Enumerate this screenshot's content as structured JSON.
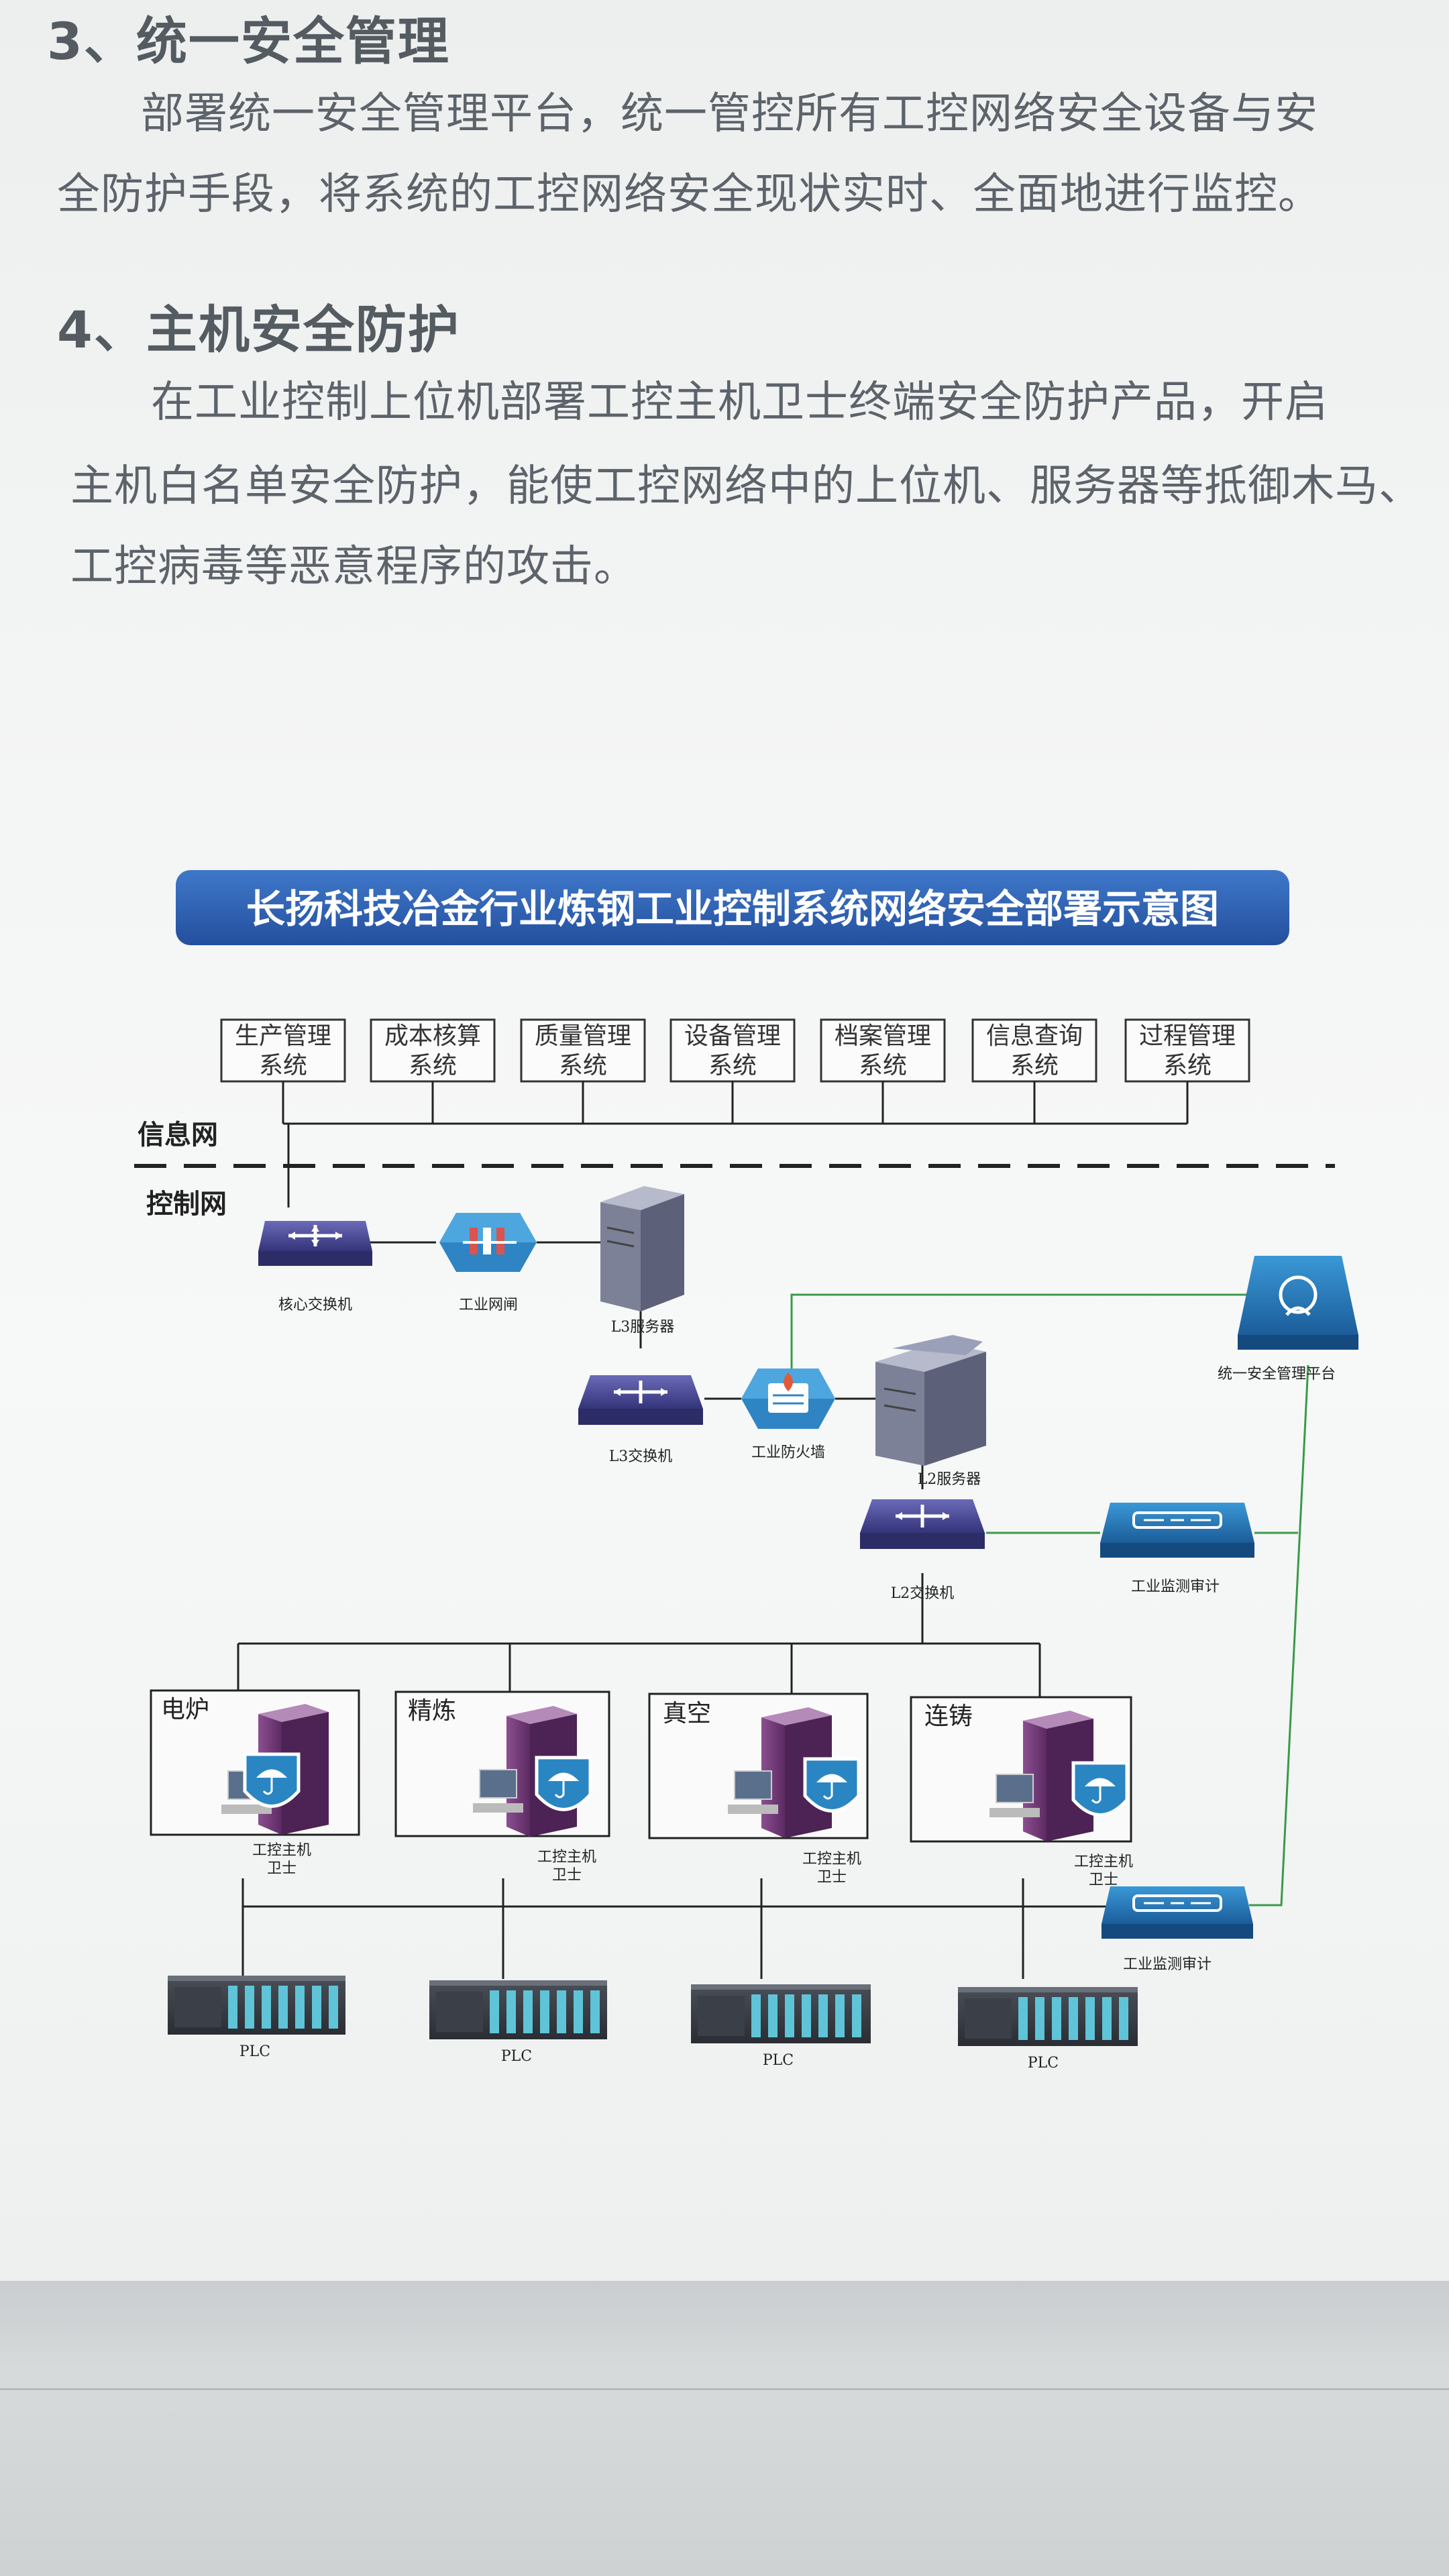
{
  "sections": [
    {
      "heading": "3、统一安全管理",
      "lines": [
        "部署统一安全管理平台，统一管控所有工控网络安全设备与安",
        "全防护手段，将系统的工控网络安全现状实时、全面地进行监控。"
      ]
    },
    {
      "heading": "4、主机安全防护",
      "lines": [
        "在工业控制上位机部署工控主机卫士终端安全防护产品，开启",
        "主机白名单安全防护，能使工控网络中的上位机、服务器等抵御木马、",
        "工控病毒等恶意程序的攻击。"
      ]
    }
  ],
  "diagram": {
    "title": "长扬科技冶金行业炼钢工业控制系统网络安全部署示意图",
    "systems": [
      {
        "line1": "生产管理",
        "line2": "系统"
      },
      {
        "line1": "成本核算",
        "line2": "系统"
      },
      {
        "line1": "质量管理",
        "line2": "系统"
      },
      {
        "line1": "设备管理",
        "line2": "系统"
      },
      {
        "line1": "档案管理",
        "line2": "系统"
      },
      {
        "line1": "信息查询",
        "line2": "系统"
      },
      {
        "line1": "过程管理",
        "line2": "系统"
      }
    ],
    "zone_info": "信息网",
    "zone_control": "控制网",
    "devices": {
      "core_switch": "核心交换机",
      "industrial_gateway": "工业网闸",
      "l3_server": "L3服务器",
      "l3_switch": "L3交换机",
      "industrial_firewall": "工业防火墙",
      "l2_server": "L2服务器",
      "l2_switch": "L2交换机",
      "mgmt_platform": "统一安全管理平台",
      "audit_top": "工业监测审计",
      "audit_bottom": "工业监测审计"
    },
    "areas": [
      {
        "name": "电炉",
        "guard_line1": "工控主机",
        "guard_line2": "卫士",
        "plc": "PLC"
      },
      {
        "name": "精炼",
        "guard_line1": "工控主机",
        "guard_line2": "卫士",
        "plc": "PLC"
      },
      {
        "name": "真空",
        "guard_line1": "工控主机",
        "guard_line2": "卫士",
        "plc": "PLC"
      },
      {
        "name": "连铸",
        "guard_line1": "工控主机",
        "guard_line2": "卫士",
        "plc": "PLC"
      }
    ]
  },
  "colors": {
    "title_bar": "#2f5fb3",
    "device_purple": "#4a4a9a",
    "shield_blue": "#2a86c2",
    "green_link": "#3a9a4a"
  }
}
